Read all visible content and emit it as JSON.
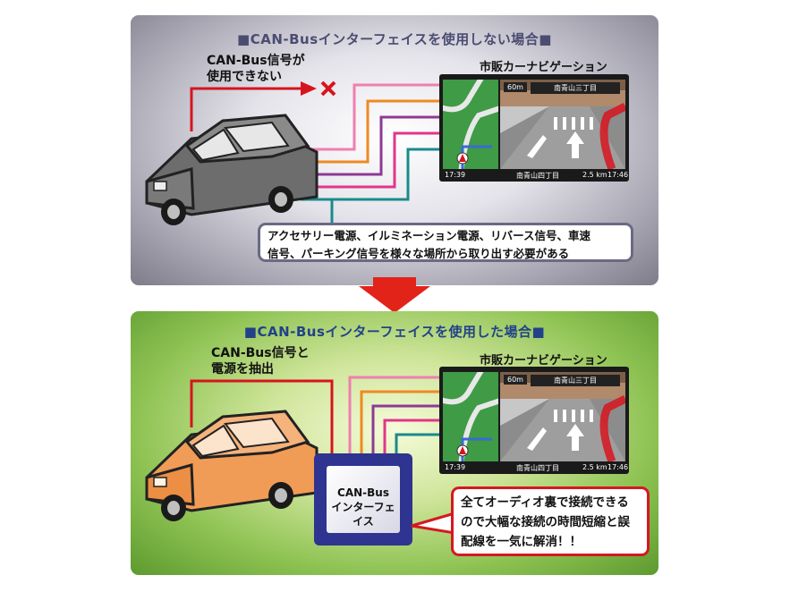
{
  "top_panel": {
    "title": "■CAN-Busインターフェイスを使用しない場合■",
    "signal_label_1": "CAN-Bus信号が",
    "signal_label_2": "使用できない",
    "nav_label": "市販カーナビゲーション",
    "callout_1": "アクセサリー電源、イルミネーション電源、リバース信号、車速",
    "callout_2": "信号、パーキング信号を様々な場所から取り出す必要がある"
  },
  "bottom_panel": {
    "title": "■CAN-Busインターフェイスを使用した場合■",
    "signal_label_1": "CAN-Bus信号と",
    "signal_label_2": "電源を抽出",
    "nav_label": "市販カーナビゲーション",
    "interface_label": "CAN-Bus\nインターフェイス",
    "callout_1": "全てオーディオ裏で接続できる",
    "callout_2": "ので大幅な接続の時間短縮と誤",
    "callout_3": "配線を一気に解消！！"
  },
  "nav_screen": {
    "distance": "60m",
    "next_place": "南青山三丁目",
    "time_left": "17:39",
    "current_place": "南青山四丁目",
    "remaining": "2.5 km",
    "arrival": "17:46"
  },
  "colors": {
    "wire_pink": "#ef7fb0",
    "wire_orange": "#ee8a23",
    "wire_purple": "#8d3a94",
    "wire_magenta": "#e23689",
    "wire_teal": "#1a8a8c",
    "can_line": "#d7141d",
    "car_top": "#6d6d6d",
    "car_bottom": "#f19c56",
    "interface_box": "#2e3490",
    "down_arrow": "#e2231a"
  }
}
